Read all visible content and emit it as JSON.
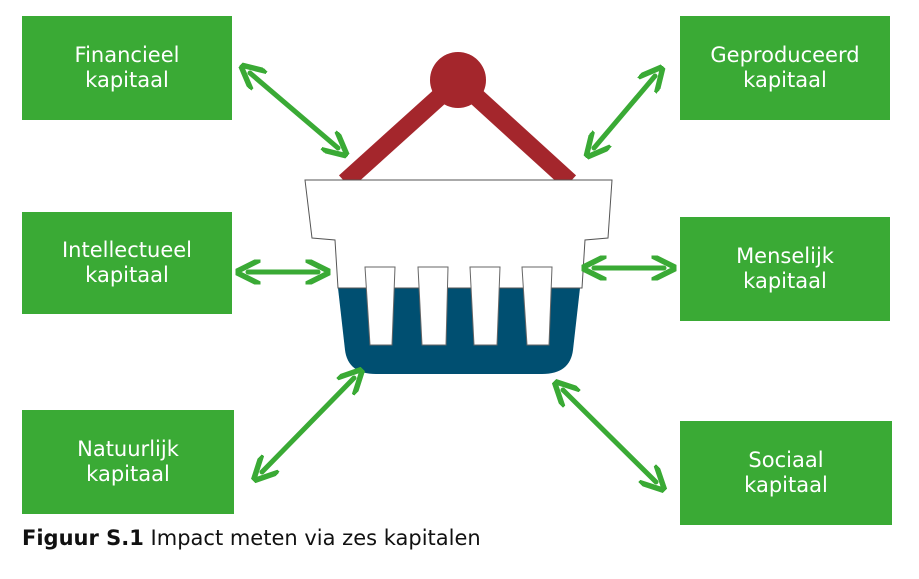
{
  "boxes": {
    "financieel": {
      "line1": "Financieel",
      "line2": "kapitaal"
    },
    "geproduceerd": {
      "line1": "Geproduceerd",
      "line2": "kapitaal"
    },
    "intellectueel": {
      "line1": "Intellectueel",
      "line2": "kapitaal"
    },
    "menselijk": {
      "line1": "Menselijk",
      "line2": "kapitaal"
    },
    "natuurlijk": {
      "line1": "Natuurlijk",
      "line2": "kapitaal"
    },
    "sociaal": {
      "line1": "Sociaal",
      "line2": "kapitaal"
    }
  },
  "caption": {
    "label": "Figuur S.1",
    "text": "Impact meten via zes kapitalen"
  },
  "colors": {
    "box_green": "#3aaa35",
    "arrow_green": "#3aaa35",
    "handle_red": "#a4262c",
    "basket_blue": "#004f71",
    "basket_white": "#ffffff"
  }
}
